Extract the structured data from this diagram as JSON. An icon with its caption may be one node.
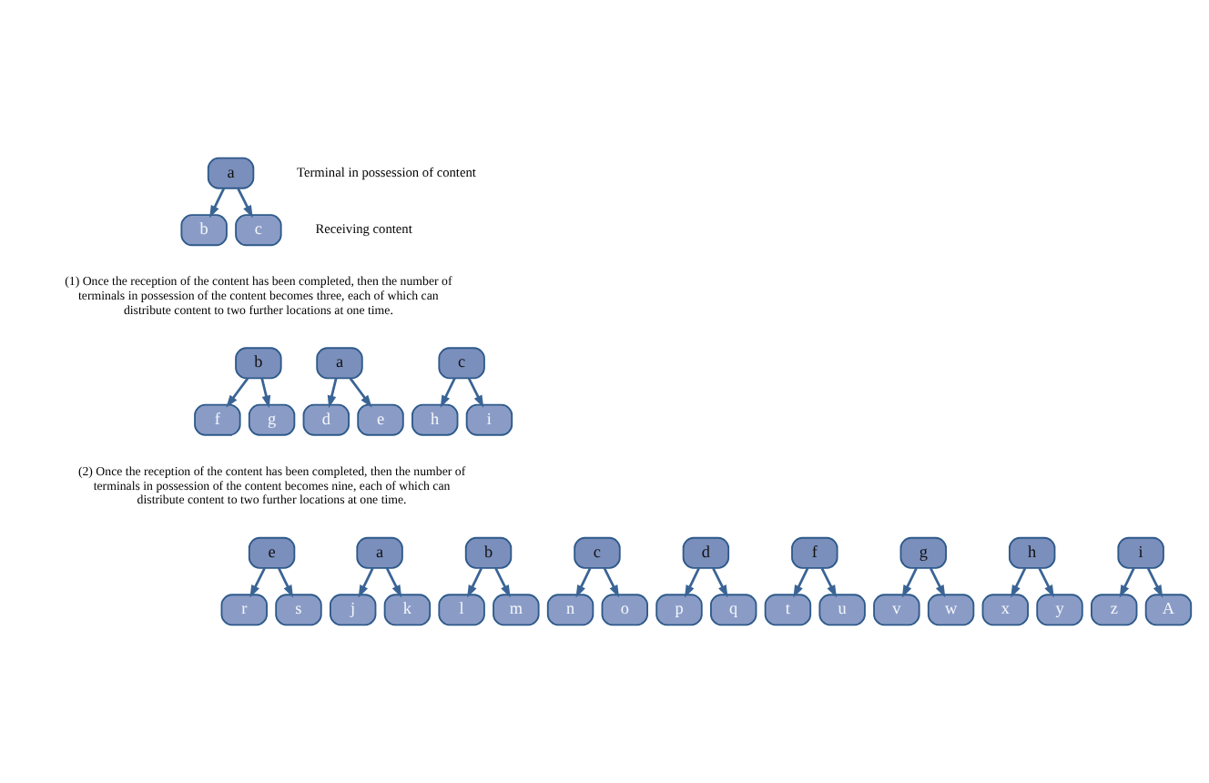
{
  "diagram": {
    "nodes": [
      {
        "text": [
          "a"
        ],
        "beside": [
          "Terminal in possession of content"
        ]
      },
      {
        "text": [
          "b"
        ]
      },
      {
        "text": [
          "c"
        ],
        "beside": [
          "Receiving content"
        ]
      },
      {
        "text": [
          "a"
        ]
      },
      {
        "text": [
          "b"
        ]
      },
      {
        "text": [
          "c"
        ]
      },
      {
        "text": [
          "d"
        ]
      },
      {
        "text": [
          "e"
        ]
      },
      {
        "text": [
          "f"
        ]
      },
      {
        "text": [
          "g"
        ]
      },
      {
        "text": [
          "h"
        ]
      },
      {
        "text": [
          "i"
        ]
      },
      {
        "text": [
          "a"
        ]
      },
      {
        "text": [
          "b"
        ]
      },
      {
        "text": [
          "c"
        ]
      },
      {
        "text": [
          "d"
        ]
      },
      {
        "text": [
          "e"
        ]
      },
      {
        "text": [
          "f"
        ]
      },
      {
        "text": [
          "g"
        ]
      },
      {
        "text": [
          "h"
        ]
      },
      {
        "text": [
          "i"
        ]
      },
      {
        "text": [
          "j"
        ]
      },
      {
        "text": [
          "k"
        ]
      },
      {
        "text": [
          "l"
        ]
      },
      {
        "text": [
          "m"
        ]
      },
      {
        "text": [
          "n"
        ]
      },
      {
        "text": [
          "o"
        ]
      },
      {
        "text": [
          "p"
        ]
      },
      {
        "text": [
          "q"
        ]
      },
      {
        "text": [
          "r"
        ]
      },
      {
        "text": [
          "s"
        ]
      },
      {
        "text": [
          "t"
        ]
      },
      {
        "text": [
          "u"
        ]
      },
      {
        "text": [
          "v"
        ]
      },
      {
        "text": [
          "w"
        ]
      },
      {
        "text": [
          "x"
        ]
      },
      {
        "text": [
          "y"
        ]
      },
      {
        "text": [
          "z"
        ]
      },
      {
        "text": [
          "A"
        ]
      }
    ],
    "edges": [
      {
        "from": 0,
        "to": 1,
        "arrow": "to"
      },
      {
        "from": 0,
        "to": 2,
        "arrow": "to"
      },
      {
        "from": 3,
        "to": 6,
        "arrow": "to"
      },
      {
        "from": 3,
        "to": 7,
        "arrow": "to"
      },
      {
        "from": 4,
        "to": 8,
        "arrow": "to"
      },
      {
        "from": 4,
        "to": 9,
        "arrow": "to"
      },
      {
        "from": 5,
        "to": 10,
        "arrow": "to"
      },
      {
        "from": 5,
        "to": 11,
        "arrow": "to"
      },
      {
        "from": 12,
        "to": 21,
        "arrow": "to"
      },
      {
        "from": 12,
        "to": 22,
        "arrow": "to"
      },
      {
        "from": 13,
        "to": 23,
        "arrow": "to"
      },
      {
        "from": 13,
        "to": 24,
        "arrow": "to"
      },
      {
        "from": 14,
        "to": 25,
        "arrow": "to"
      },
      {
        "from": 14,
        "to": 26,
        "arrow": "to"
      },
      {
        "from": 15,
        "to": 27,
        "arrow": "to"
      },
      {
        "from": 15,
        "to": 28,
        "arrow": "to"
      },
      {
        "from": 16,
        "to": 29,
        "arrow": "to"
      },
      {
        "from": 16,
        "to": 30,
        "arrow": "to"
      },
      {
        "from": 17,
        "to": 31,
        "arrow": "to"
      },
      {
        "from": 17,
        "to": 32,
        "arrow": "to"
      },
      {
        "from": 18,
        "to": 33,
        "arrow": "to"
      },
      {
        "from": 18,
        "to": 34,
        "arrow": "to"
      },
      {
        "from": 19,
        "to": 35,
        "arrow": "to"
      },
      {
        "from": 19,
        "to": 36,
        "arrow": "to"
      },
      {
        "from": 20,
        "to": 37,
        "arrow": "to"
      },
      {
        "from": 20,
        "to": 38,
        "arrow": "to"
      }
    ],
    "labels": [
      "(1) Once the reception of the content has been completed, then the number of terminals in possession of the content becomes three, each of which can distribute content to two further locations at one time.",
      "(2) Once the reception of the content has been completed, then the number of terminals in possession of the content becomes nine, each of which can distribute content to two further locations at one time."
    ]
  }
}
